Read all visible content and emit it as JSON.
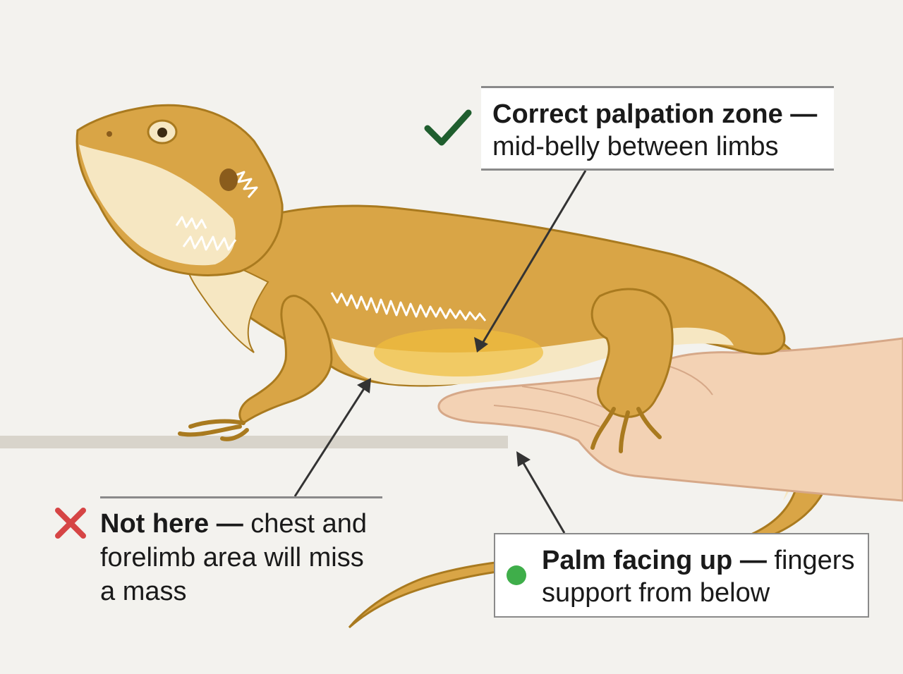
{
  "callouts": {
    "correct_zone": {
      "lead": "Correct palpation zone —",
      "rest": "mid-belly between limbs"
    },
    "not_here": {
      "lead": "Not here —",
      "rest": " chest and forelimb area will miss a mass"
    },
    "palm_up": {
      "lead": "Palm facing up —",
      "rest": " fingers support from below"
    }
  },
  "icons": {
    "check": "check-icon",
    "cross": "cross-icon",
    "dot": "green-dot-icon"
  },
  "colors": {
    "background": "#f3f2ee",
    "lizard_body": "#d9a546",
    "lizard_outline": "#a97a1f",
    "lizard_belly": "#f6e7c2",
    "palpation_zone": "#f0bd3c",
    "hand_skin": "#f3d2b4",
    "hand_outline": "#d6a888",
    "check_green": "#1f5e2e",
    "cross_red": "#d64545",
    "dot_green": "#3fae4a",
    "arrow": "#333333",
    "ground": "#d8d4cb"
  }
}
